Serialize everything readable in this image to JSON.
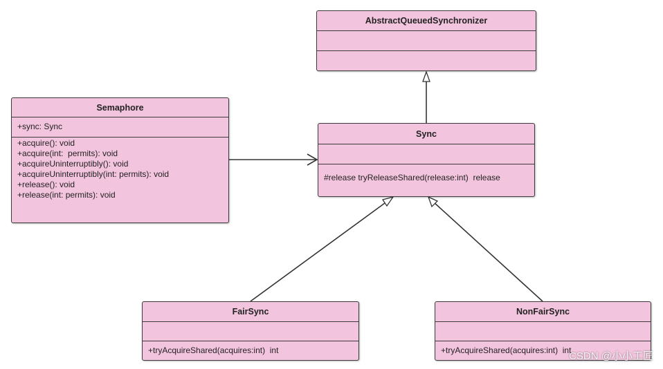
{
  "classes": {
    "aqs": {
      "name": "AbstractQueuedSynchronizer",
      "attributes": [],
      "operations": []
    },
    "semaphore": {
      "name": "Semaphore",
      "attributes": [
        "+sync: Sync"
      ],
      "operations": [
        "+acquire(): void",
        "+acquire(int:  permits): void",
        "+acquireUninterruptibly(): void",
        "+acquireUninterruptibly(int: permits): void",
        "+release(): void",
        "+release(int: permits): void"
      ]
    },
    "sync": {
      "name": "Sync",
      "attributes": [],
      "operations": [
        "#release tryReleaseShared(release:int)  release"
      ]
    },
    "fair_sync": {
      "name": "FairSync",
      "attributes": [],
      "operations": [
        "+tryAcquireShared(acquires:int)  int"
      ]
    },
    "nonfair_sync": {
      "name": "NonFairSync",
      "attributes": [],
      "operations": [
        "+tryAcquireShared(acquires:int)  int"
      ]
    }
  },
  "relations": [
    {
      "from": "sync",
      "to": "aqs",
      "type": "generalization"
    },
    {
      "from": "semaphore",
      "to": "sync",
      "type": "association"
    },
    {
      "from": "fair_sync",
      "to": "sync",
      "type": "generalization"
    },
    {
      "from": "nonfair_sync",
      "to": "sync",
      "type": "generalization"
    }
  ],
  "colors": {
    "class_fill": "#f3c4dd",
    "border": "#3a3a3a",
    "line": "#333333"
  },
  "watermark": "CSDN @小小工匠"
}
